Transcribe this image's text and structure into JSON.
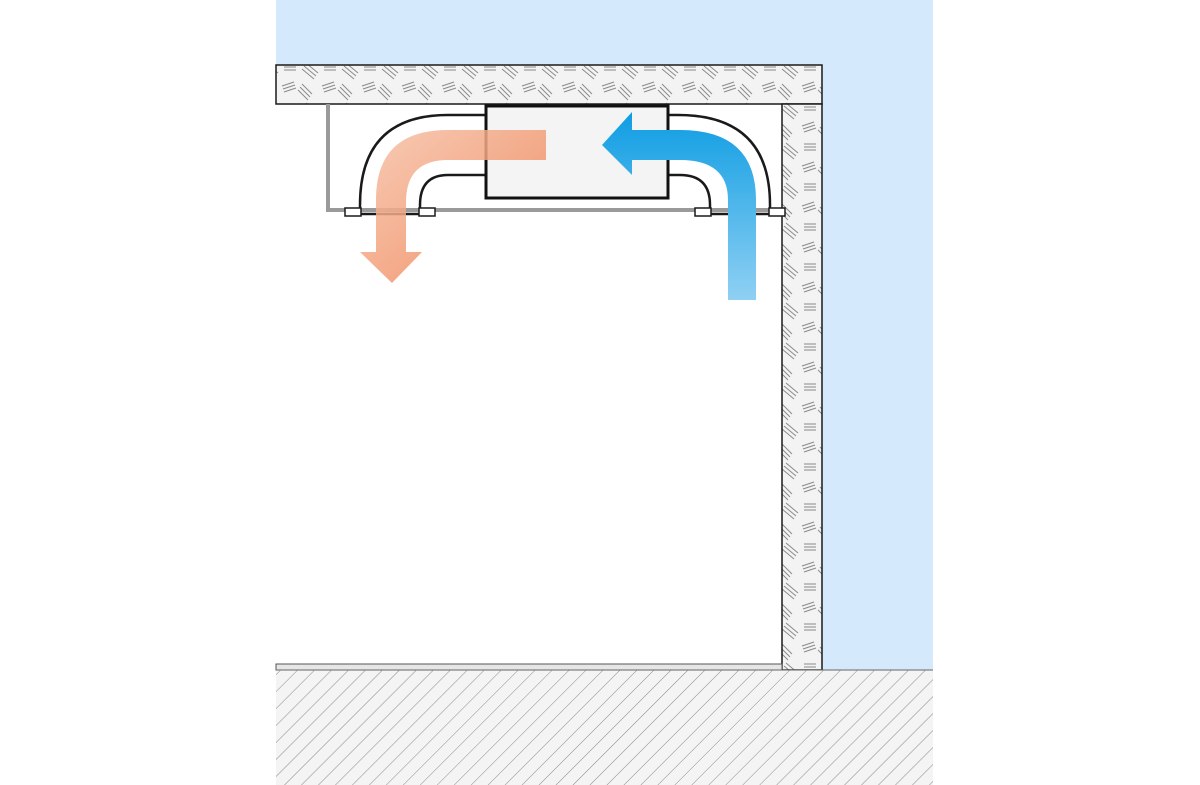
{
  "diagram": {
    "type": "cross-section",
    "colors": {
      "sky": "#d4e9fb",
      "room": "#ffffff",
      "concrete_fill": "#f2f2f2",
      "hatch": "#8a8a8a",
      "outline": "#1a1a1a",
      "unit_body": "#f4f4f4",
      "suspended_ceiling": "#9a9a9a",
      "warm_air": "#f08b5c",
      "cold_air": "#1ba3e6"
    },
    "elements": [
      "outdoor-area",
      "ceiling-slab",
      "exterior-wall",
      "floor-slab",
      "suspended-ceiling",
      "ventilation-unit",
      "supply-duct",
      "extract-duct",
      "warm-air-flow",
      "cold-air-flow"
    ],
    "icons": {
      "warm_air": "arrow-down-icon",
      "cold_air": "arrow-left-icon"
    }
  }
}
